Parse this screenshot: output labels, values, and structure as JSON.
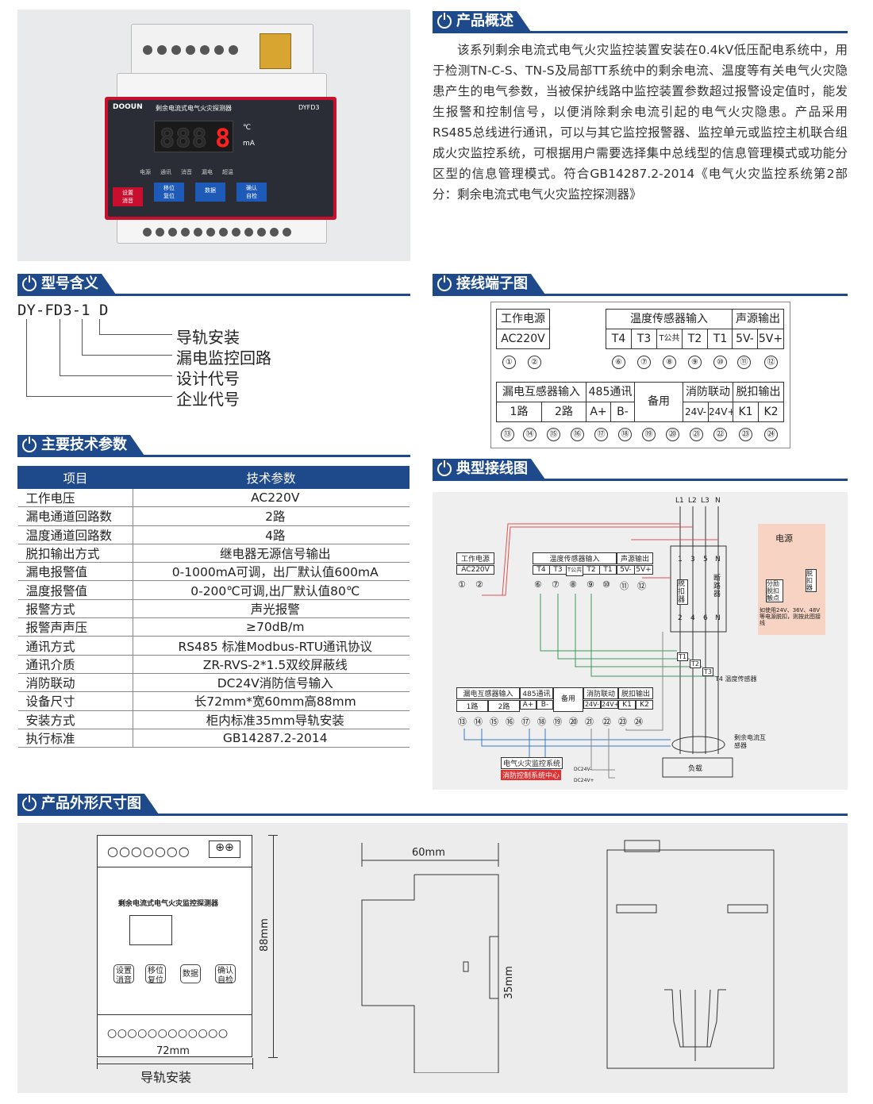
{
  "sections": {
    "overview": "产品概述",
    "model": "型号含义",
    "params": "主要技术参数",
    "terminals": "接线端子图",
    "wiring": "典型接线图",
    "dimensions": "产品外形尺寸图"
  },
  "overview_text": "该系列剩余电流式电气火灾监控装置安装在0.4kV低压配电系统中，用于检测TN-C-S、TN-S及局部TT系统中的剩余电流、温度等有关电气火灾隐患产生的电气参数，当被保护线路中监控装置参数超过报警设定值时，能发生报警和控制信号，以便消除剩余电流引起的电气火灾隐患。产品采用RS485总线进行通讯，可以与其它监控报警器、监控单元或监控主机联合组成火灾监控系统，可根据用户需要选择集中总线型的信息管理模式或功能分区型的信息管理模式。符合GB14287.2-2014《电气火灾监控系统第2部分：剩余电流式电气火灾监控探测器》",
  "device": {
    "brand": "DOOUN",
    "title": "剩余电流式电气火灾探测器",
    "model": "DYFD3",
    "digits": "888",
    "digit_last": "8",
    "unit_temp": "℃",
    "unit_ma": "mA",
    "indicators": [
      "电源",
      "通讯",
      "消音",
      "漏电",
      "超温"
    ],
    "buttons": [
      "设置\n消音",
      "移位\n复位",
      "数据",
      "确认\n自检"
    ]
  },
  "model": {
    "code": "DY-FD3-1 D",
    "labels": [
      "导轨安装",
      "漏电监控回路",
      "设计代号",
      "企业代号"
    ]
  },
  "params": {
    "header": [
      "项目",
      "技术参数"
    ],
    "rows": [
      [
        "工作电压",
        "AC220V"
      ],
      [
        "漏电通道回路数",
        "2路"
      ],
      [
        "温度通道回路数",
        "4路"
      ],
      [
        "脱扣输出方式",
        "继电器无源信号输出"
      ],
      [
        "漏电报警值",
        "0-1000mA可调，出厂默认值600mA"
      ],
      [
        "温度报警值",
        "0-200℃可调,出厂默认值80℃"
      ],
      [
        "报警方式",
        "声光报警"
      ],
      [
        "报警声声压",
        "≥70dB/m"
      ],
      [
        "通讯方式",
        "RS485 标准Modbus-RTU通讯协议"
      ],
      [
        "通讯介质",
        "ZR-RVS-2*1.5双绞屏蔽线"
      ],
      [
        "消防联动",
        "DC24V消防信号输入"
      ],
      [
        "设备尺寸",
        "长72mm*宽60mm高88mm"
      ],
      [
        "安装方式",
        "柜内标准35mm导轨安装"
      ],
      [
        "执行标准",
        "GB14287.2-2014"
      ]
    ]
  },
  "terminals": {
    "power_label": "工作电源",
    "power_val": "AC220V",
    "temp_label": "温度传感器输入",
    "temps": [
      "T4",
      "T3",
      "T公共",
      "T2",
      "T1"
    ],
    "out_label": "声源输出",
    "outs": [
      "5V-",
      "5V+"
    ],
    "top_nums": [
      "①",
      "②",
      "⑥",
      "⑦",
      "⑧",
      "⑨",
      "⑩",
      "⑪",
      "⑫"
    ],
    "leak_label": "漏电互感器输入",
    "leaks": [
      "1路",
      "2路"
    ],
    "comm_label": "485通讯",
    "comms": [
      "A+",
      "B-"
    ],
    "spare": "备用",
    "fire_label": "消防联动",
    "fires": [
      "24V-",
      "24V+"
    ],
    "trip_label": "脱扣输出",
    "trips": [
      "K1",
      "K2"
    ],
    "bot_nums": [
      "⑬",
      "⑭",
      "⑮",
      "⑯",
      "⑰",
      "⑱",
      "⑲",
      "⑳",
      "㉑",
      "㉒",
      "㉓",
      "㉔"
    ]
  },
  "wiring": {
    "phases": [
      "L1",
      "L2",
      "L3",
      "N"
    ],
    "breaker_top": [
      "1",
      "3",
      "5",
      "N"
    ],
    "breaker_bot": [
      "2",
      "4",
      "6",
      "N"
    ],
    "trip": "脱扣器",
    "breaker": "断路器",
    "sensors": [
      "T1",
      "T2",
      "T3",
      "T4 温度传感器"
    ],
    "ct": "剩余电流互感器",
    "load": "负载",
    "power_title": "电源",
    "shunt": "分励脱扣触点",
    "tripper": "脱扣器",
    "power_note": "如使用24V、36V、48V等电源脱扣，则按此图接线",
    "monitor": "电气火灾监控系统",
    "fire_center": "消防控制系统中心",
    "dc_minus": "DC24V-",
    "dc_plus": "DC24V+"
  },
  "dims": {
    "front_title": "剩余电流式电气火灾监控探测器",
    "buttons": [
      "设置\n消音",
      "移位\n复位",
      "数据",
      "确认\n自检"
    ],
    "width": "72mm",
    "height": "88mm",
    "depth": "60mm",
    "rail": "35mm",
    "caption": "导轨安装"
  },
  "colors": {
    "accent": "#1e4a8c",
    "panel_red": "#c8102e",
    "wire_red": "#e05050",
    "wire_green": "#3a9a5a",
    "wire_blue": "#3a7ac0"
  }
}
